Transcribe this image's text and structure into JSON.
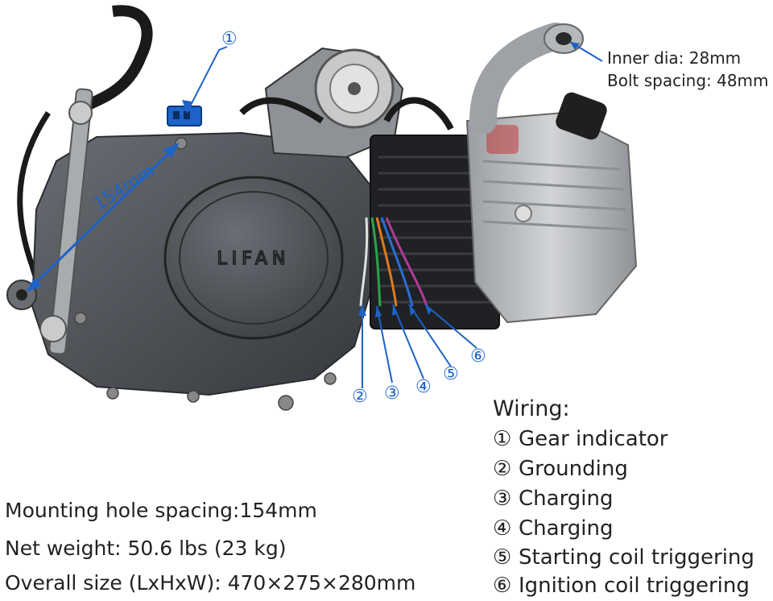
{
  "engine": {
    "brand_logo": "LIFAN"
  },
  "dimension": {
    "mounting_label": "154mm"
  },
  "inlet": {
    "inner_dia": "Inner dia: 28mm",
    "bolt_spacing": "Bolt spacing: 48mm"
  },
  "callouts": {
    "c1": "①",
    "c2": "②",
    "c3": "③",
    "c4": "④",
    "c5": "⑤",
    "c6": "⑥"
  },
  "wiring": {
    "title": "Wiring:",
    "items": [
      {
        "num": "①",
        "label": "Gear indicator"
      },
      {
        "num": "②",
        "label": "Grounding"
      },
      {
        "num": "③",
        "label": "Charging"
      },
      {
        "num": "④",
        "label": "Charging"
      },
      {
        "num": "⑤",
        "label": "Starting coil triggering"
      },
      {
        "num": "⑥",
        "label": "Ignition coil triggering"
      }
    ]
  },
  "specs": {
    "mounting_hole": "Mounting hole spacing:154mm",
    "net_weight": "Net weight: 50.6 lbs (23 kg)",
    "overall_size": "Overall size (LxHxW): 470×275×280mm"
  },
  "colors": {
    "callout_blue": "#1d63c8",
    "engine_gray": "#4a4d52",
    "head_silver": "#b9bcbf"
  }
}
